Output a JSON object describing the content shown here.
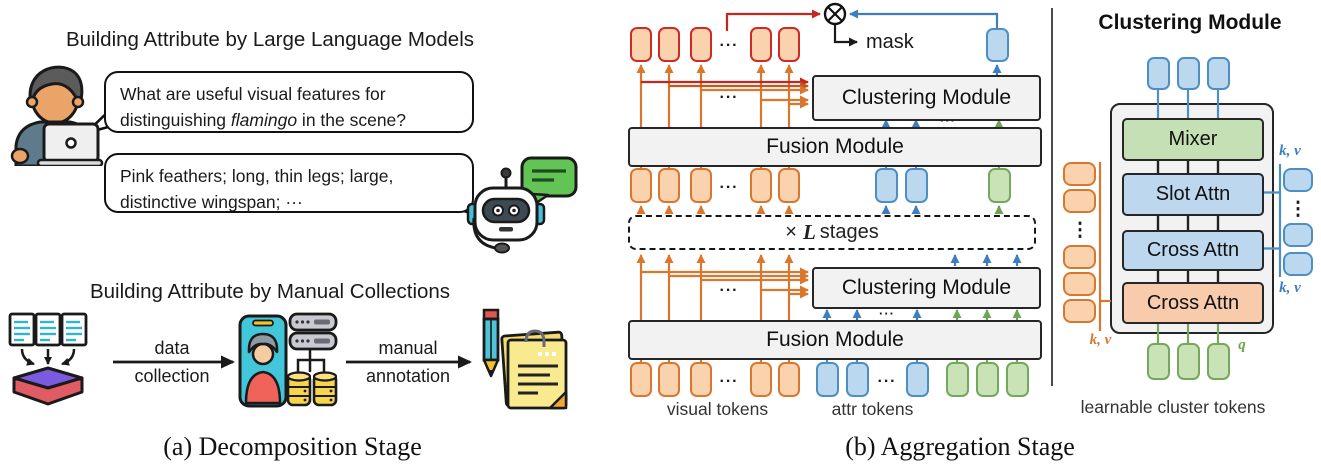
{
  "colors": {
    "token_orange_border": "#D9772F",
    "token_orange_fill": "#FAD3AE",
    "token_red_border": "#CF2B24",
    "token_blue_border": "#4D8FC4",
    "token_blue_fill": "#BCD8EF",
    "token_green_border": "#74A85C",
    "token_green_fill": "#CAE3B6",
    "module_fill": "#F2F2F2",
    "mixer_fill": "#C5E0B4",
    "attn_blue_fill": "#BDD7EE",
    "attn_orange_fill": "#F8CBAD",
    "arrow_red": "#C3271E",
    "arrow_orange": "#D9772F",
    "arrow_blue": "#3D7EBF",
    "arrow_green": "#6FA455"
  },
  "left": {
    "llm_title": "Building Attribute by Large Language Models",
    "bubble_question": {
      "line1": "What are useful visual features for",
      "line2_pre": "distinguishing ",
      "line2_em": "flamingo",
      "line2_post": " in the scene?"
    },
    "bubble_answer": {
      "line1": "Pink feathers; long, thin legs; large,",
      "line2": "distinctive wingspan; ···"
    },
    "manual_title": "Building Attribute by Manual Collections",
    "arrow1": {
      "top": "data",
      "bottom": "collection"
    },
    "arrow2": {
      "top": "manual",
      "bottom": "annotation"
    },
    "caption": "(a) Decomposition Stage"
  },
  "right": {
    "mask": "mask",
    "clustering_top": "Clustering Module",
    "fusion_top": "Fusion Module",
    "stages": {
      "times": "×",
      "L": "L",
      "word": "stages"
    },
    "clustering_bottom": "Clustering Module",
    "fusion_bottom": "Fusion Module",
    "visual_tokens": "visual tokens",
    "attr_tokens": "attr tokens",
    "caption": "(b) Aggregation Stage",
    "dots": "···",
    "vdots": "⋮"
  },
  "panel": {
    "title": "Clustering Module",
    "mixer": "Mixer",
    "slot_attn": "Slot Attn",
    "cross_attn_1": "Cross Attn",
    "cross_attn_2": "Cross Attn",
    "kv": "k, v",
    "q": "q",
    "learnable": "learnable cluster tokens"
  }
}
